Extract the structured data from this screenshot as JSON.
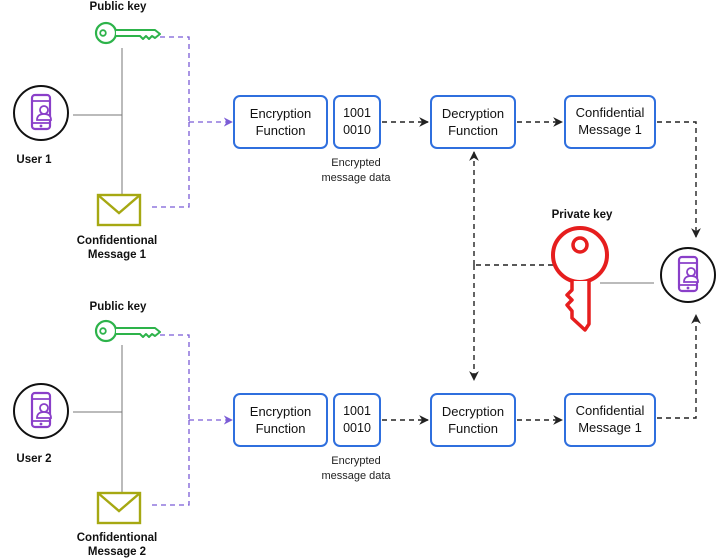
{
  "colors": {
    "box_border": "#2f6fde",
    "public_key": "#2db34a",
    "private_key": "#e61e1e",
    "envelope": "#a6a812",
    "phone": "#8a3fc9",
    "purple_arrow": "#7b5cd6",
    "black_arrow": "#222222"
  },
  "icons": {
    "user": "smartphone-user-icon",
    "public_key": "key-icon",
    "private_key": "key-icon",
    "message": "envelope-icon"
  },
  "flow1": {
    "public_key_label": "Public key",
    "user_label": "User 1",
    "message_label_line1": "Confidentional",
    "message_label_line2": "Message 1",
    "encryption_line1": "Encryption",
    "encryption_line2": "Function",
    "data_line1": "1001",
    "data_line2": "0010",
    "encrypted_label_line1": "Encrypted",
    "encrypted_label_line2": "message data",
    "decryption_line1": "Decryption",
    "decryption_line2": "Function",
    "output_line1": "Confidential",
    "output_line2": "Message 1"
  },
  "flow2": {
    "public_key_label": "Public key",
    "user_label": "User 2",
    "message_label_line1": "Confidentional",
    "message_label_line2": "Message 2",
    "encryption_line1": "Encryption",
    "encryption_line2": "Function",
    "data_line1": "1001",
    "data_line2": "0010",
    "encrypted_label_line1": "Encrypted",
    "encrypted_label_line2": "message data",
    "decryption_line1": "Decryption",
    "decryption_line2": "Function",
    "output_line1": "Confidential",
    "output_line2": "Message 1"
  },
  "private_key_label": "Private key"
}
